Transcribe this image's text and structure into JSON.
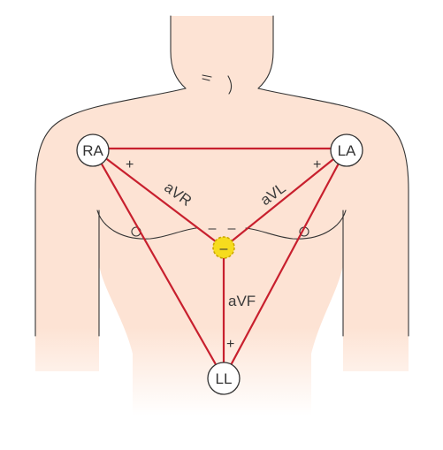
{
  "colors": {
    "lead_line": "#c8202e",
    "skin": "#fde3d4",
    "outline": "#333333",
    "negative_terminal": "#f6dc1e",
    "negative_terminal_border": "#c9a400",
    "electrode_fill": "#ffffff"
  },
  "electrodes": {
    "ra": "RA",
    "la": "LA",
    "ll": "LL"
  },
  "leads": {
    "avr": "aVR",
    "avl": "aVL",
    "avf": "aVF"
  },
  "signs": {
    "ra_plus": "+",
    "la_plus": "+",
    "ll_plus": "+",
    "center_minus": "–"
  }
}
